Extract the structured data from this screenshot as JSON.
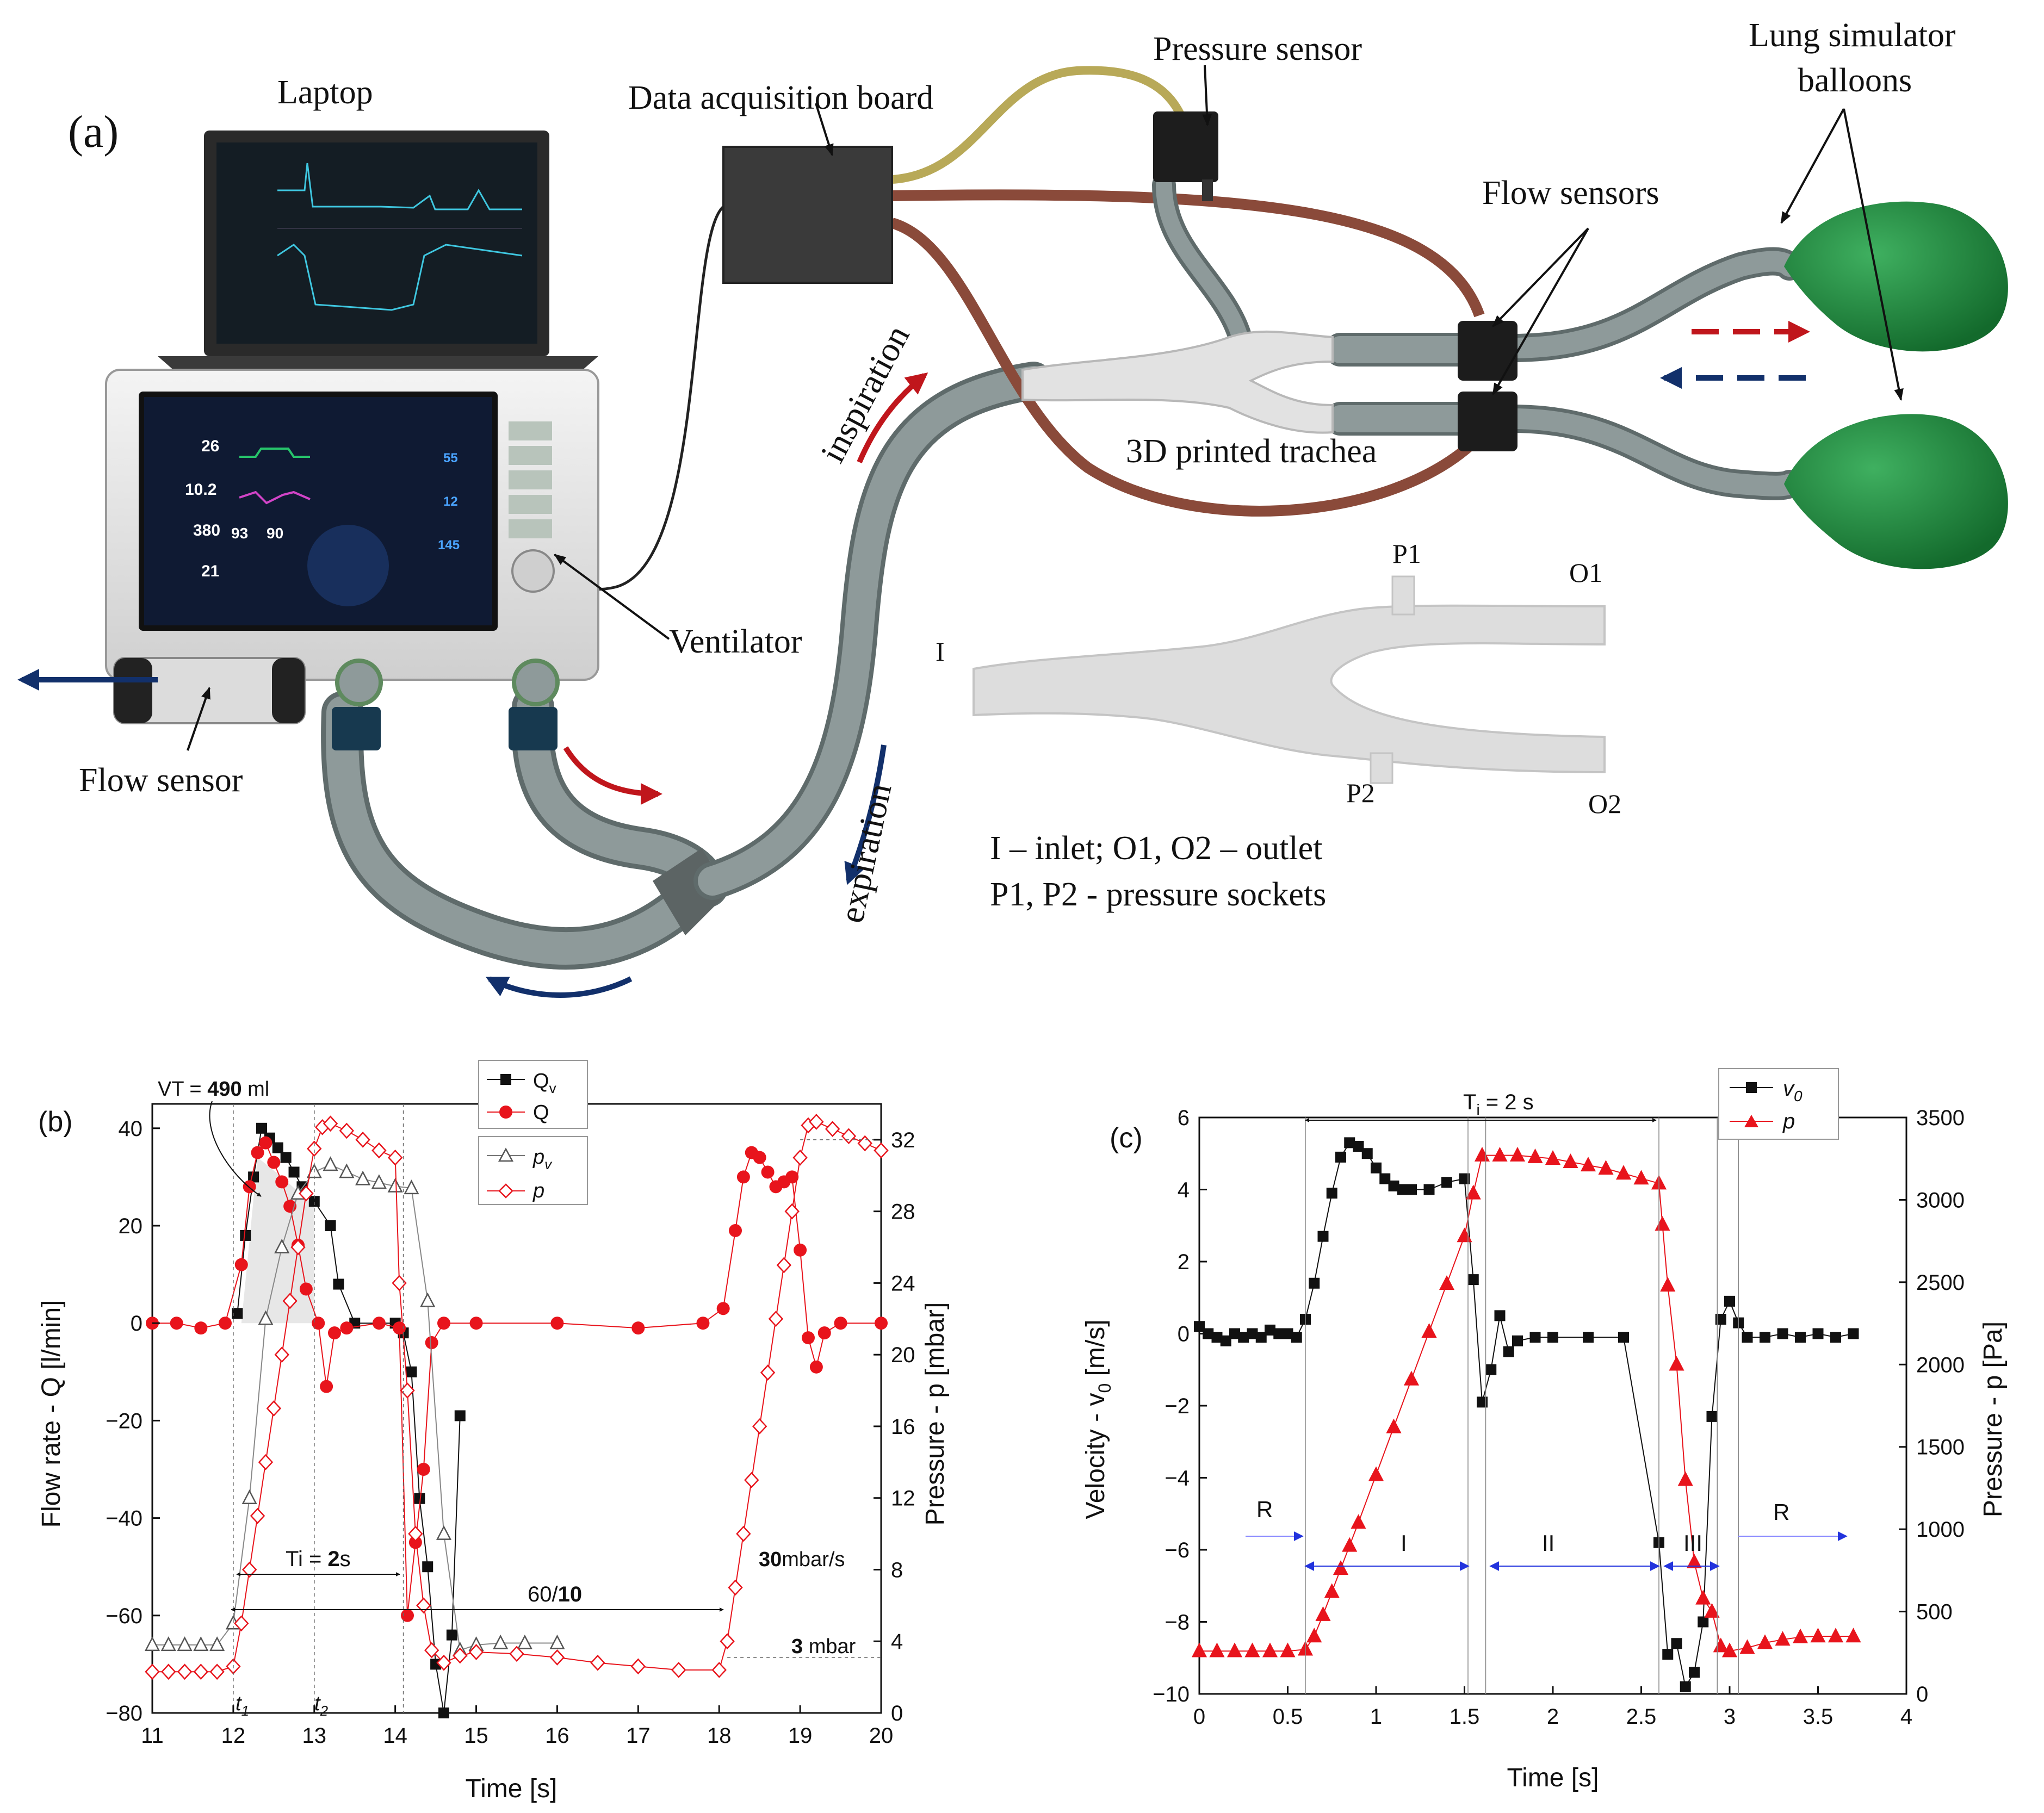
{
  "panel_a": {
    "label": "(a)",
    "laptop": "Laptop",
    "daq": "Data acquisition board",
    "pressure_sensor": "Pressure sensor",
    "lung_sim_1": "Lung simulator",
    "lung_sim_2": "balloons",
    "flow_sensors": "Flow sensors",
    "inspiration": "inspiration",
    "expiration": "expiration",
    "trachea": "3D printed trachea",
    "ventilator": "Ventilator",
    "flow_sensor": "Flow sensor",
    "socket_p1": "P1",
    "socket_p2": "P2",
    "port_i": "I",
    "port_o1": "O1",
    "port_o2": "O2",
    "legend_line1": "I – inlet; O1, O2 – outlet",
    "legend_line2": "P1, P2 - pressure sockets",
    "screen": {
      "v1": "26",
      "v2": "10.2",
      "v3": "380",
      "v4": "21",
      "v5": "93",
      "v6": "90",
      "r1": "55",
      "r2": "12",
      "r3": "145"
    }
  },
  "panel_b": {
    "label": "(b)",
    "xlabel": "Time [s]",
    "ylabel_left": "Flow rate - Q [l/min]",
    "ylabel_right": "Pressure - p [mbar]",
    "xticks": [
      "11",
      "12",
      "13",
      "14",
      "15",
      "16",
      "17",
      "18",
      "19",
      "20"
    ],
    "yticks_left": [
      "40",
      "20",
      "0",
      "−20",
      "−40",
      "−60",
      "−80"
    ],
    "yticks_right": [
      "32",
      "28",
      "24",
      "20",
      "16",
      "12",
      "8",
      "4",
      "0"
    ],
    "legend": [
      "Q",
      "Q",
      "p",
      "p"
    ],
    "legend_sub": [
      "v",
      "",
      "v",
      ""
    ],
    "ann_vt": "VT = ",
    "ann_vt_val": "490",
    "ann_vt_unit": " ml",
    "ann_ti": "Ti = ",
    "ann_ti_val": "2",
    "ann_ti_unit": "s",
    "ann_rr": "60/",
    "ann_rr_val": "10",
    "ann_rate_val": "30",
    "ann_rate_unit": "mbar/s",
    "ann_peep_val": "3",
    "ann_peep_unit": " mbar",
    "t1": "t",
    "t1_sub": "1",
    "t2": "t",
    "t2_sub": "2"
  },
  "panel_c": {
    "label": "(c)",
    "xlabel": "Time [s]",
    "ylabel_left": "Velocity - v",
    "ylabel_left_sub": "0",
    "ylabel_left_unit": " [m/s]",
    "ylabel_right": "Pressure - p [Pa]",
    "xticks": [
      "0",
      "0.5",
      "1",
      "1.5",
      "2",
      "2.5",
      "3",
      "3.5",
      "4"
    ],
    "yticks_left": [
      "6",
      "4",
      "2",
      "0",
      "−2",
      "−4",
      "−6",
      "−8",
      "−10"
    ],
    "yticks_right": [
      "3500",
      "3000",
      "2500",
      "2000",
      "1500",
      "1000",
      "500",
      "0"
    ],
    "legend": [
      "v",
      "p"
    ],
    "legend_sub": [
      "0",
      ""
    ],
    "ann_ti": "T",
    "ann_ti_sub": "i",
    "ann_ti_rest": " = 2 s",
    "phase_r1": "R",
    "phase_i": "I",
    "phase_ii": "II",
    "phase_iii": "III",
    "phase_r2": "R"
  },
  "colors": {
    "tube": "#7f8c8c",
    "balloon": "#1f8a3c",
    "red": "#e8141c",
    "black": "#111111",
    "arrow_red": "#c0161c",
    "arrow_blue": "#12306b",
    "leader_blue": "#2233dd"
  },
  "chart_data": [
    {
      "type": "scatter",
      "xlim": [
        11,
        20
      ],
      "ylim": [
        -80,
        45
      ],
      "ylim_right": [
        0,
        34
      ],
      "series": [
        {
          "name": "Q_v",
          "axis": "left",
          "x": [
            12.05,
            12.15,
            12.25,
            12.35,
            12.45,
            12.55,
            12.65,
            12.75,
            12.85,
            13.0,
            13.2,
            13.3,
            13.5,
            14.0,
            14.1,
            14.2,
            14.3,
            14.4,
            14.5,
            14.6,
            14.7,
            14.8
          ],
          "y": [
            2,
            18,
            30,
            40,
            38,
            36,
            34,
            31,
            28,
            25,
            20,
            8,
            0,
            0,
            -2,
            -10,
            -36,
            -50,
            -70,
            -80,
            -64,
            -19
          ]
        },
        {
          "name": "Q",
          "axis": "left",
          "x": [
            11.0,
            11.3,
            11.6,
            11.9,
            12.1,
            12.2,
            12.3,
            12.4,
            12.5,
            12.6,
            12.7,
            12.8,
            12.9,
            13.05,
            13.15,
            13.25,
            13.4,
            13.8,
            14.05,
            14.15,
            14.25,
            14.35,
            14.45,
            14.6,
            15.0,
            16.0,
            17.0,
            17.8,
            18.05,
            18.2,
            18.3,
            18.4,
            18.5,
            18.6,
            18.7,
            18.8,
            18.9,
            19.0,
            19.1,
            19.2,
            19.3,
            19.5,
            20.0
          ],
          "y": [
            0,
            0,
            -1,
            0,
            12,
            28,
            35,
            37,
            33,
            29,
            24,
            16,
            7,
            0,
            -13,
            -2,
            -1,
            0,
            -1,
            -60,
            -45,
            -30,
            -4,
            0,
            0,
            0,
            -1,
            0,
            3,
            19,
            30,
            35,
            34,
            31,
            28,
            29,
            30,
            15,
            -3,
            -9,
            -2,
            0,
            0
          ]
        },
        {
          "name": "p_v",
          "axis": "right",
          "x": [
            11.0,
            11.2,
            11.4,
            11.6,
            11.8,
            12.0,
            12.2,
            12.4,
            12.6,
            12.8,
            13.0,
            13.2,
            13.4,
            13.6,
            13.8,
            14.0,
            14.2,
            14.4,
            14.6,
            14.8,
            15.0,
            15.3,
            15.6,
            16.0
          ],
          "y": [
            3.8,
            3.8,
            3.8,
            3.8,
            3.8,
            5,
            12,
            22,
            26,
            29,
            30.2,
            30.6,
            30.2,
            29.8,
            29.6,
            29.4,
            29.3,
            23,
            10,
            3.5,
            3.8,
            3.9,
            3.9,
            3.9
          ]
        },
        {
          "name": "p",
          "axis": "right",
          "x": [
            11.0,
            11.2,
            11.4,
            11.6,
            11.8,
            12.0,
            12.1,
            12.2,
            12.3,
            12.4,
            12.5,
            12.6,
            12.7,
            12.8,
            12.9,
            13.0,
            13.1,
            13.2,
            13.4,
            13.6,
            13.8,
            14.0,
            14.05,
            14.15,
            14.25,
            14.35,
            14.45,
            14.6,
            14.8,
            15.0,
            15.5,
            16.0,
            16.5,
            17.0,
            17.5,
            18.0,
            18.1,
            18.2,
            18.3,
            18.4,
            18.5,
            18.6,
            18.7,
            18.8,
            18.9,
            19.0,
            19.1,
            19.2,
            19.4,
            19.6,
            19.8,
            20.0
          ],
          "y": [
            2.3,
            2.3,
            2.3,
            2.3,
            2.3,
            2.6,
            5,
            8,
            11,
            14,
            17,
            20,
            23,
            26,
            29,
            31.5,
            32.7,
            32.9,
            32.5,
            32,
            31.4,
            31,
            24,
            18,
            10,
            6,
            3.5,
            2.8,
            3.2,
            3.4,
            3.3,
            3.1,
            2.8,
            2.6,
            2.4,
            2.4,
            4,
            7,
            10,
            13,
            16,
            19,
            22,
            25,
            28,
            31,
            32.8,
            33.0,
            32.6,
            32.2,
            31.8,
            31.4
          ]
        }
      ]
    },
    {
      "type": "scatter",
      "xlim": [
        0,
        4
      ],
      "ylim": [
        -10,
        6
      ],
      "ylim_right": [
        0,
        3500
      ],
      "series": [
        {
          "name": "v0",
          "axis": "left",
          "x": [
            0.0,
            0.05,
            0.1,
            0.15,
            0.2,
            0.25,
            0.3,
            0.35,
            0.4,
            0.45,
            0.5,
            0.55,
            0.6,
            0.65,
            0.7,
            0.75,
            0.8,
            0.85,
            0.9,
            0.95,
            1.0,
            1.05,
            1.1,
            1.15,
            1.2,
            1.3,
            1.4,
            1.5,
            1.55,
            1.6,
            1.65,
            1.7,
            1.75,
            1.8,
            1.9,
            2.0,
            2.2,
            2.4,
            2.6,
            2.65,
            2.7,
            2.75,
            2.8,
            2.85,
            2.9,
            2.95,
            3.0,
            3.05,
            3.1,
            3.2,
            3.3,
            3.4,
            3.5,
            3.6,
            3.7
          ],
          "y": [
            0.2,
            0.0,
            -0.1,
            -0.2,
            0.0,
            -0.1,
            0.0,
            -0.1,
            0.1,
            0.0,
            0.0,
            -0.1,
            0.4,
            1.4,
            2.7,
            3.9,
            4.9,
            5.3,
            5.2,
            5.0,
            4.6,
            4.3,
            4.1,
            4.0,
            4.0,
            4.0,
            4.2,
            4.3,
            1.5,
            -1.9,
            -1.0,
            0.5,
            -0.5,
            -0.2,
            -0.1,
            -0.1,
            -0.1,
            -0.1,
            -5.8,
            -8.9,
            -8.6,
            -9.8,
            -9.4,
            -8.0,
            -2.3,
            0.4,
            0.9,
            0.3,
            -0.1,
            -0.1,
            0.0,
            -0.1,
            0.0,
            -0.1,
            0.0
          ]
        },
        {
          "name": "p",
          "axis": "right",
          "x": [
            0.0,
            0.1,
            0.2,
            0.3,
            0.4,
            0.5,
            0.6,
            0.65,
            0.7,
            0.75,
            0.8,
            0.85,
            0.9,
            1.0,
            1.1,
            1.2,
            1.3,
            1.4,
            1.5,
            1.55,
            1.6,
            1.7,
            1.8,
            1.9,
            2.0,
            2.1,
            2.2,
            2.3,
            2.4,
            2.5,
            2.6,
            2.62,
            2.65,
            2.7,
            2.75,
            2.8,
            2.85,
            2.9,
            2.95,
            3.0,
            3.1,
            3.2,
            3.3,
            3.4,
            3.5,
            3.6,
            3.7
          ],
          "y": [
            260,
            260,
            260,
            260,
            260,
            260,
            270,
            350,
            480,
            620,
            760,
            900,
            1040,
            1330,
            1620,
            1910,
            2200,
            2490,
            2780,
            3040,
            3270,
            3270,
            3270,
            3260,
            3250,
            3230,
            3210,
            3190,
            3160,
            3130,
            3100,
            2850,
            2480,
            2000,
            1300,
            800,
            580,
            500,
            290,
            260,
            280,
            310,
            330,
            345,
            350,
            350,
            350
          ]
        }
      ]
    }
  ]
}
